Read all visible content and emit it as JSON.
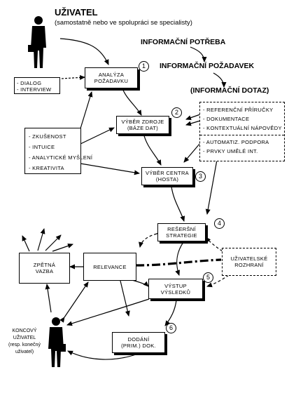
{
  "user": {
    "title": "UŽIVATEL",
    "subtitle": "(samostatně nebo ve spolupráci se specialisty)"
  },
  "headers": {
    "need": "INFORMAČNÍ POTŘEBA",
    "request": "INFORMAČNÍ POŽADAVEK",
    "query": "(INFORMAČNÍ DOTAZ)"
  },
  "dialog": {
    "lines": [
      "- DIALOG",
      "- INTERVIEW"
    ]
  },
  "steps": {
    "analysis": {
      "lines": [
        "ANALÝZA",
        "POŽADAVKU"
      ],
      "num": "1"
    },
    "source": {
      "lines": [
        "VÝBĚR ZDROJE",
        "(BÁZE DAT)"
      ],
      "num": "2"
    },
    "center": {
      "lines": [
        "VÝBĚR CENTRA",
        "(HOSTA)"
      ],
      "num": "3"
    },
    "strategy": {
      "lines": [
        "REŠERŠNÍ",
        "STRATEGIE"
      ],
      "num": "4"
    },
    "output": {
      "lines": [
        "VÝSTUP",
        "VÝSLEDKŮ"
      ],
      "num": "5"
    },
    "delivery": {
      "lines": [
        "DODÁNÍ",
        "(PRIM.) DOK."
      ],
      "num": "6"
    }
  },
  "skills": [
    "- ZKUŠENOST",
    "- INTUICE",
    "- ANALYTICKÉ MYŠLENÍ",
    "- KREATIVITA"
  ],
  "resources": {
    "top": [
      "- REFERENČNÍ PŘÍRUČKY",
      "- DOKUMENTACE",
      "- KONTEXTUÁLNÍ NÁPOVĚDY"
    ],
    "bottom": [
      "- AUTOMATIZ. PODPORA",
      "- PRVKY UMĚLÉ INT."
    ]
  },
  "feedback": {
    "lines": [
      "ZPĚTNÁ",
      "VAZBA"
    ]
  },
  "relevance": {
    "label": "RELEVANCE"
  },
  "interface": {
    "lines": [
      "UŽIVATELSKÉ",
      "ROZHRANÍ"
    ]
  },
  "end_user": {
    "lines": [
      "KONCOVÝ",
      "UŽIVATEL",
      "(resp. konečný",
      "uživatel)"
    ]
  }
}
